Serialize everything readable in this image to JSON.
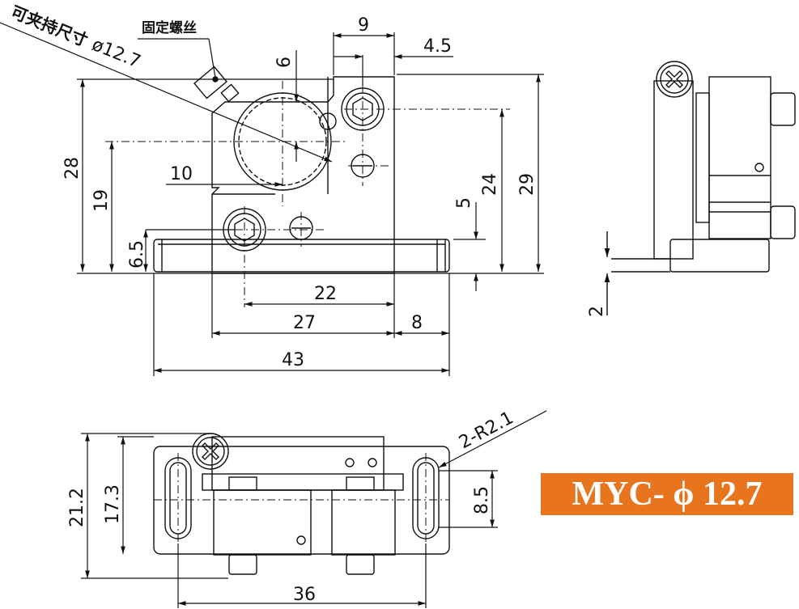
{
  "labels": {
    "clamp_size": "可夹持尺寸",
    "clamp_dia": "ø12.7",
    "set_screw": "固定螺丝",
    "model": "MYC- ϕ 12.7",
    "slot_radius": "2-R2.1"
  },
  "dimensions": {
    "d9": "9",
    "d4_5": "4.5",
    "d6": "6",
    "d28": "28",
    "d19": "19",
    "d10": "10",
    "d6_5": "6.5",
    "d24": "24",
    "d29": "29",
    "d5": "5",
    "d22": "22",
    "d27": "27",
    "d8": "8",
    "d43": "43",
    "d2": "2",
    "d21_2": "21.2",
    "d17_3": "17.3",
    "d8_5": "8.5",
    "d36": "36"
  },
  "colors": {
    "line": "#111111",
    "accent": "#e8741e"
  }
}
